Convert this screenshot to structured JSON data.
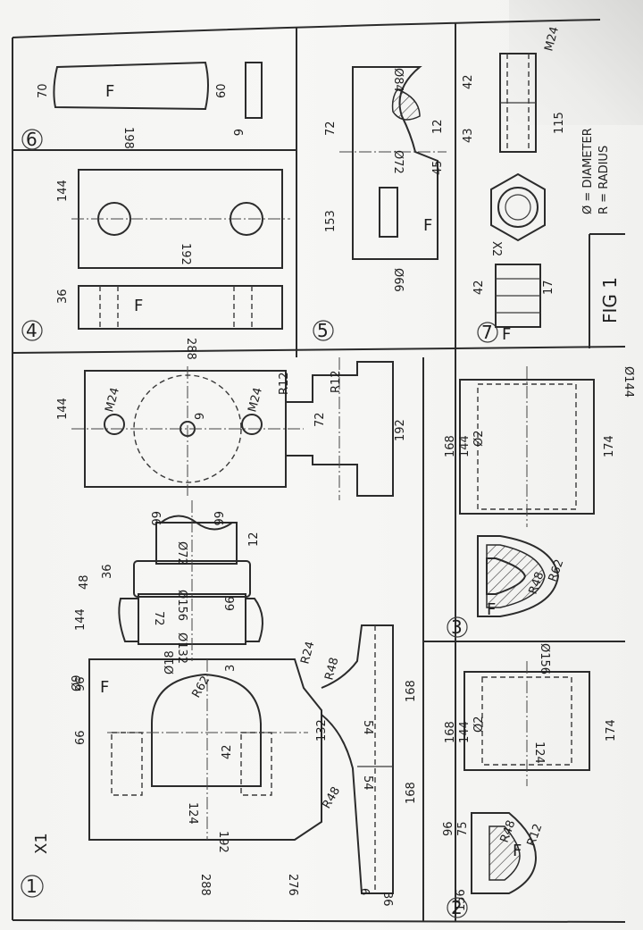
{
  "figure": {
    "label": "FIG 1",
    "legend": [
      "Ø = DIAMETER",
      "R = RADIUS"
    ],
    "scale": "X1",
    "finish_mark": "F"
  },
  "parts": [
    {
      "number": "1"
    },
    {
      "number": "2"
    },
    {
      "number": "3"
    },
    {
      "number": "4"
    },
    {
      "number": "5"
    },
    {
      "number": "6"
    },
    {
      "number": "7"
    }
  ],
  "dims": {
    "p1": {
      "d288": "288",
      "d192": "192",
      "d124": "124",
      "d276": "276",
      "d36": "36",
      "d6": "6",
      "d66a": "66",
      "d96": "96",
      "d144": "144",
      "d9": "Ø9",
      "d42": "42",
      "r62": "R62",
      "r48": "R48",
      "d18": "Ø18",
      "d3": "3",
      "d132": "132",
      "d54a": "54",
      "d54b": "54",
      "d168a": "168",
      "d168b": "168",
      "r24": "R24",
      "r48b": "R48",
      "d72": "72",
      "d66b": "66",
      "d48": "48",
      "d36b": "36",
      "d132b": "Ø132",
      "d156": "Ø156",
      "d72b": "Ø72",
      "d12": "12",
      "d66c": "66",
      "d66d": "66",
      "d144b": "144",
      "m24a": "M24",
      "m24b": "M24",
      "d9b": "9",
      "r12a": "R12",
      "r12b": "R12",
      "d72c": "72",
      "d192b": "192"
    },
    "p2": {
      "d156": "156",
      "d96": "96",
      "d75": "75",
      "r48": "R48",
      "r12": "R12",
      "d168": "168",
      "d144": "144",
      "d2": "Ø2",
      "d124": "124",
      "d174": "174"
    },
    "p3": {
      "d156": "Ø156",
      "r48": "R48",
      "r62": "R62",
      "d168": "168",
      "d144": "144",
      "d2": "Ø2",
      "d174": "174",
      "d144b": "Ø144"
    },
    "p4": {
      "d288": "288",
      "d36": "36",
      "d144": "144",
      "d192": "192"
    },
    "p5": {
      "d153": "153",
      "d72": "72",
      "d45": "45",
      "d12": "12",
      "d66": "Ø66",
      "d72b": "Ø72",
      "d84": "Ø84"
    },
    "p6": {
      "d198": "198",
      "d70": "70",
      "d60": "60",
      "d6": "6"
    },
    "p7": {
      "d42": "42",
      "d43": "43",
      "m24": "M24",
      "d115": "115",
      "x2": "X2",
      "d42b": "42",
      "d17": "17"
    }
  }
}
